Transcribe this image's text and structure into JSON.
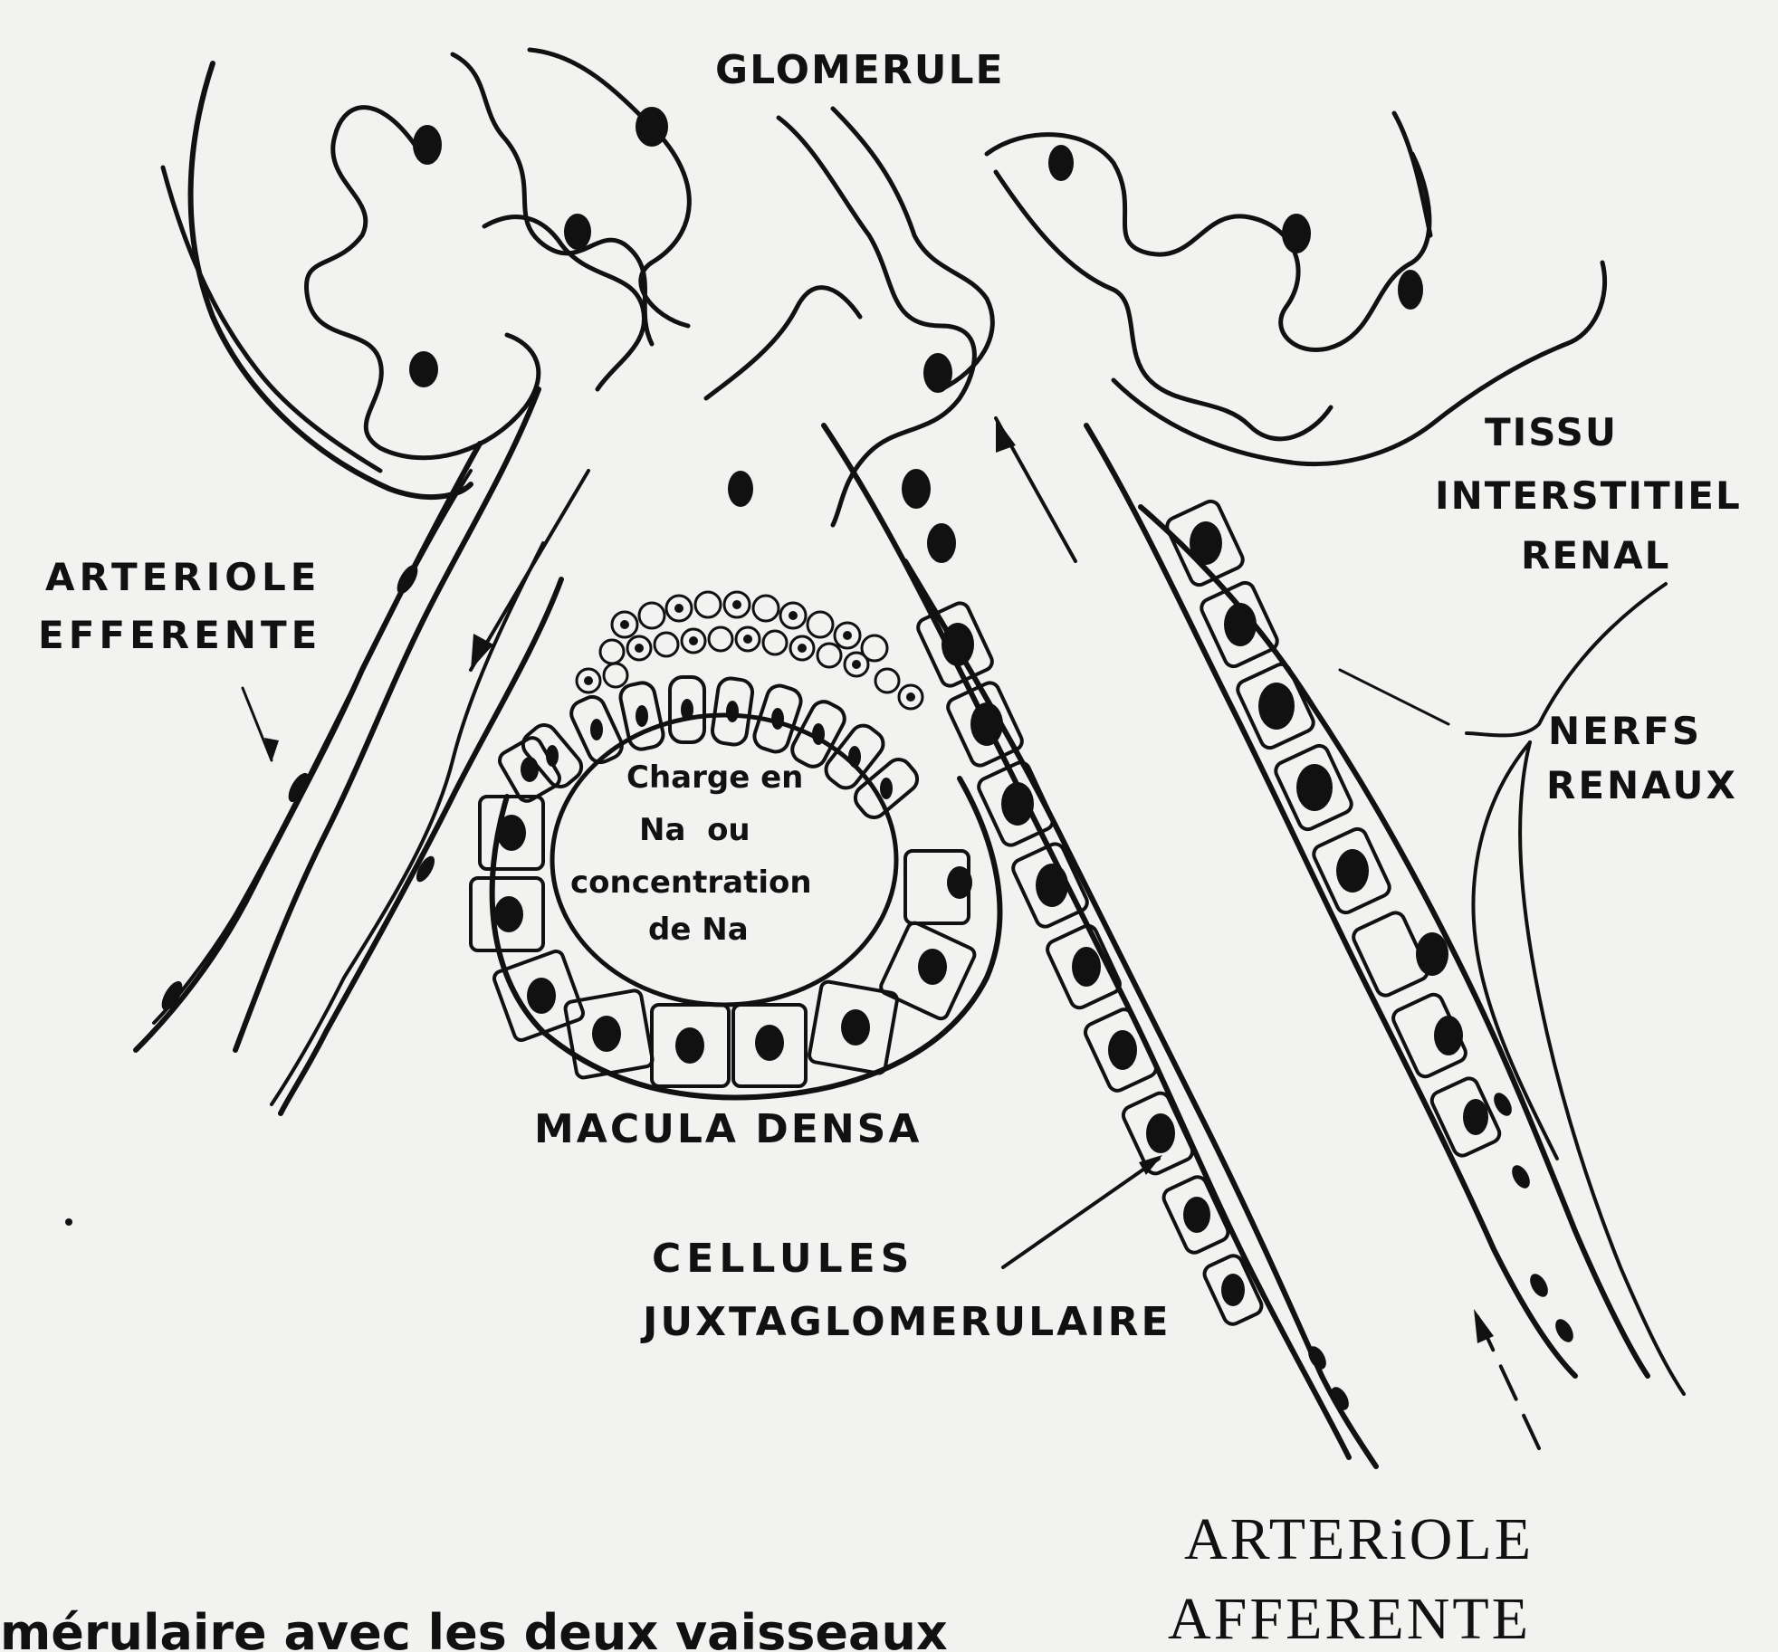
{
  "labels": {
    "glomerule": "GLOMERULE",
    "tissu_line1": "TISSU",
    "tissu_line2": "INTERSTITIEL",
    "tissu_line3": "RENAL",
    "efferente_line1": "ARTERIOLE",
    "efferente_line2": "EFFERENTE",
    "nerfs_line1": "NERFS",
    "nerfs_line2": "RENAUX",
    "macula_line1": "Charge en",
    "macula_line2": "Na  ou",
    "macula_line3": "concentration",
    "macula_line4": "de Na",
    "macula_densa": "MACULA DENSA",
    "cellules_line1": "CELLULES",
    "cellules_line2": "JUXTAGLOMERULAIRE",
    "afferente_line1": "ARTERiOLE",
    "afferente_line2": "AFFERENTE",
    "caption": "mérulaire avec les deux vaisseaux"
  },
  "colors": {
    "ink": "#111111",
    "paper": "#f2f2f0"
  }
}
